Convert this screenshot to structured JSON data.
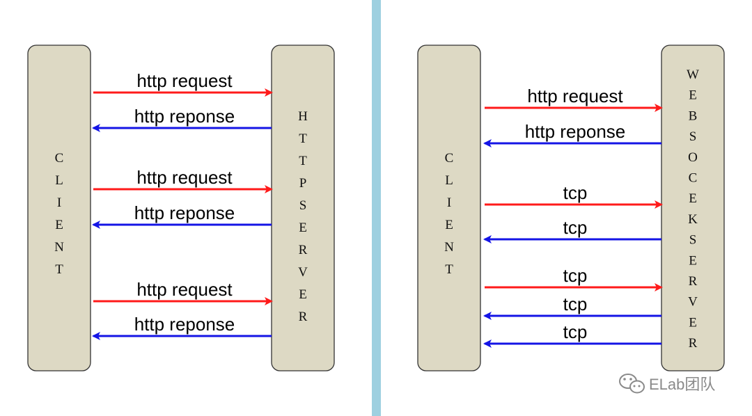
{
  "colors": {
    "box_fill": "#ddd9c4",
    "box_stroke": "#333333",
    "request_arrow": "#ff1a1a",
    "response_arrow": "#1414e6",
    "divider": "#9ed0e0",
    "watermark": "#8a8a8a"
  },
  "left_diagram": {
    "client_letters": [
      "C",
      "L",
      "I",
      "E",
      "N",
      "T"
    ],
    "server_letters": [
      "H",
      "T",
      "T",
      "P",
      "S",
      "E",
      "R",
      "V",
      "E",
      "R"
    ],
    "messages": [
      {
        "label": "http request",
        "direction": "to-server"
      },
      {
        "label": "http reponse",
        "direction": "to-client"
      },
      {
        "label": "http request",
        "direction": "to-server"
      },
      {
        "label": "http reponse",
        "direction": "to-client"
      },
      {
        "label": "http request",
        "direction": "to-server"
      },
      {
        "label": "http reponse",
        "direction": "to-client"
      }
    ]
  },
  "right_diagram": {
    "client_letters": [
      "C",
      "L",
      "I",
      "E",
      "N",
      "T"
    ],
    "server_letters": [
      "W",
      "E",
      "B",
      "S",
      "O",
      "C",
      "E",
      "K",
      "S",
      "E",
      "R",
      "V",
      "E",
      "R"
    ],
    "messages": [
      {
        "label": "http request",
        "direction": "to-server"
      },
      {
        "label": "http reponse",
        "direction": "to-client"
      },
      {
        "label": "tcp",
        "direction": "to-server"
      },
      {
        "label": "tcp",
        "direction": "to-client"
      },
      {
        "label": "tcp",
        "direction": "to-server"
      },
      {
        "label": "tcp",
        "direction": "to-client"
      },
      {
        "label": "tcp",
        "direction": "to-client"
      }
    ]
  },
  "watermark": {
    "icon": "wechat-icon",
    "text": "ELab团队"
  }
}
